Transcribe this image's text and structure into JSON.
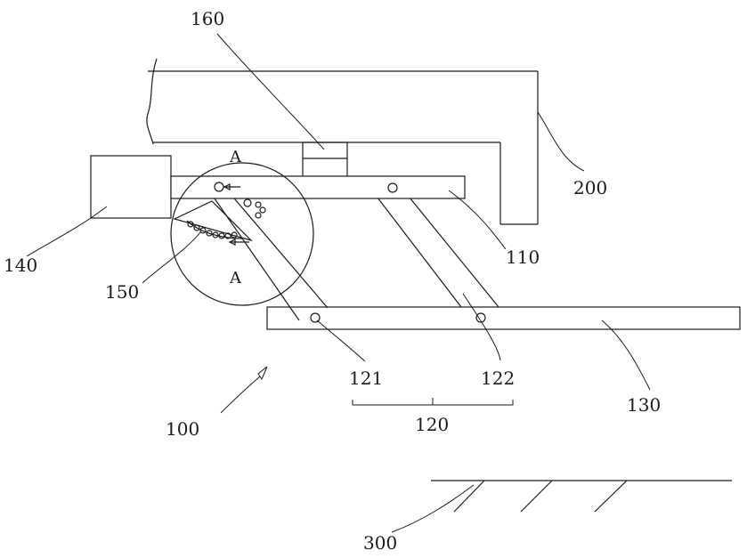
{
  "labels": {
    "l160": "160",
    "l200": "200",
    "l140": "140",
    "l110": "110",
    "l150": "150",
    "l121": "121",
    "l122": "122",
    "l120": "120",
    "l130": "130",
    "l100": "100",
    "l300": "300",
    "detail_top": "A",
    "detail_bottom": "A"
  }
}
